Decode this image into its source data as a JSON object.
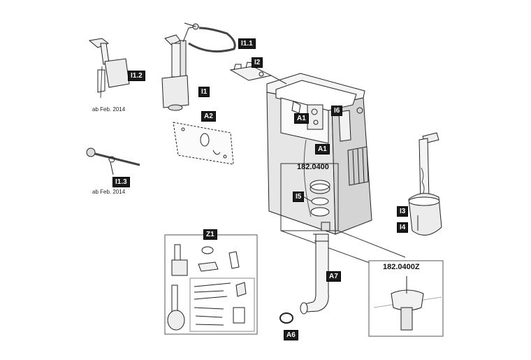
{
  "labels": {
    "i11": "I1.1",
    "i12": "I1.2",
    "i1": "I1",
    "i2": "I2",
    "a2": "A2",
    "a1_top": "A1",
    "a1_bottom": "A1",
    "i6": "I6",
    "i13": "I1.3",
    "i5": "I5",
    "i3": "I3",
    "i4": "I4",
    "z1": "Z1",
    "a7": "A7",
    "a6": "A6"
  },
  "captions": {
    "feb2014_top": "ab Feb. 2014",
    "feb2014_bottom": "ab Feb. 2014"
  },
  "parts": {
    "main": "182.0400",
    "detail": "182.0400Z"
  }
}
